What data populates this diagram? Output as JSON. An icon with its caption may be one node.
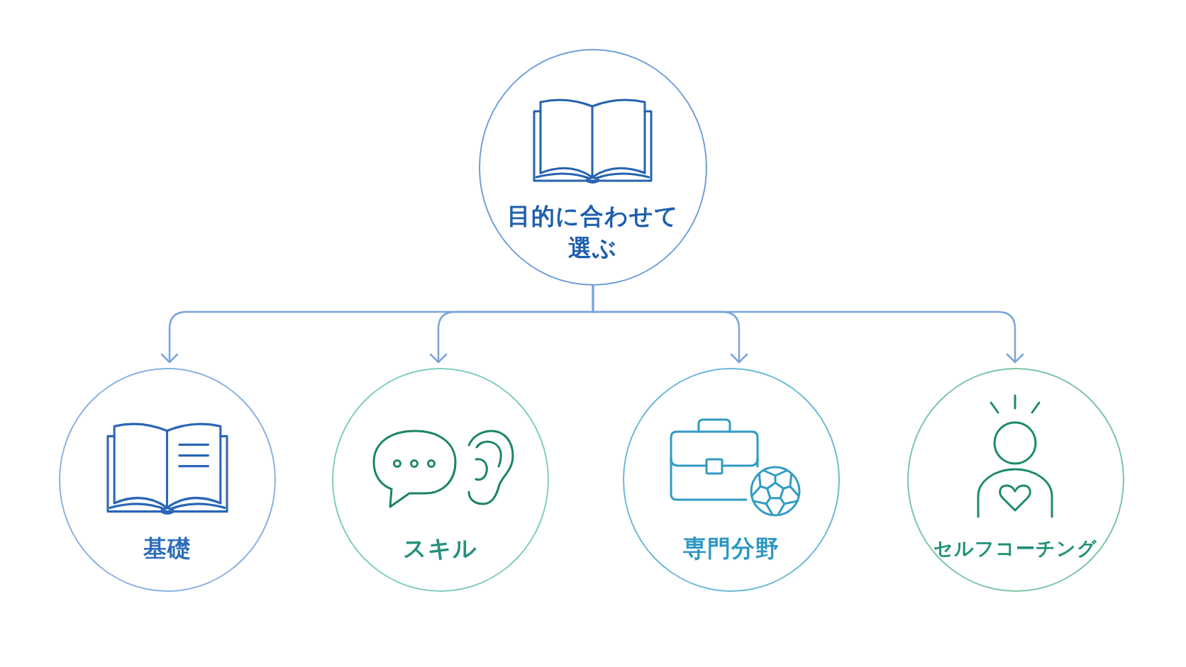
{
  "diagram": {
    "nodes": [
      {
        "text": [
          "目的に合わせて選ぶ"
        ]
      },
      {
        "text": [
          "基礎"
        ]
      },
      {
        "text": [
          "スキル"
        ]
      },
      {
        "text": [
          "専門分野"
        ]
      },
      {
        "text": [
          "セルフコーチング"
        ]
      }
    ],
    "edges": [
      {
        "from": 0,
        "to": 1,
        "arrow": "to"
      },
      {
        "from": 0,
        "to": 2,
        "arrow": "to"
      },
      {
        "from": 0,
        "to": 3,
        "arrow": "to"
      },
      {
        "from": 0,
        "to": 4,
        "arrow": "to"
      }
    ]
  }
}
